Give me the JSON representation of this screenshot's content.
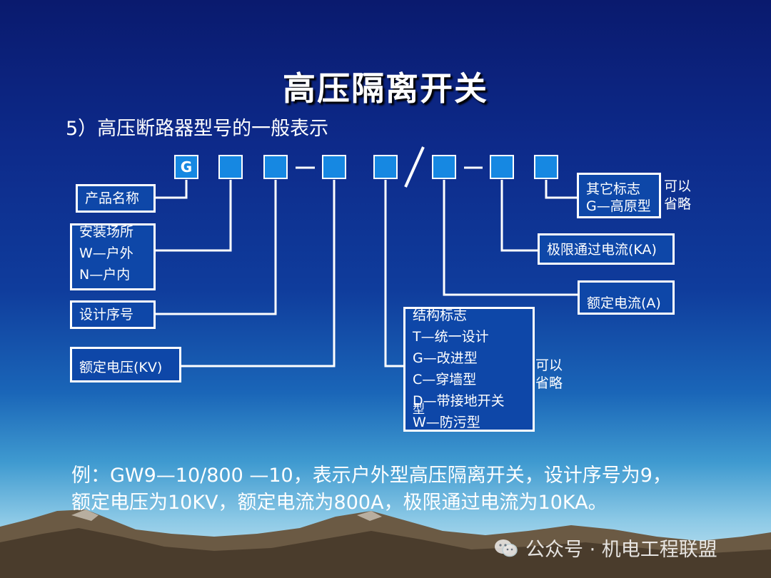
{
  "title": "高压隔离开关",
  "subtitle": "5）高压断路器型号的一般表示",
  "code": {
    "first": "G"
  },
  "boxes": {
    "product_name": "产品名称",
    "install_place": [
      "安装场所",
      "W—户外",
      "N—户内"
    ],
    "design_no": "设计序号",
    "rated_voltage": "额定电压(KV)",
    "structure": [
      "结构标志",
      "T—统一设计",
      "G—改进型",
      "C—穿墙型",
      "D—带接地开关",
      "W—防污型"
    ],
    "structure_extra": "型",
    "other_mark": [
      "其它标志",
      "G—高原型"
    ],
    "peak_current": "极限通过电流(KA)",
    "rated_current": "额定电流(A)"
  },
  "notes": {
    "omit_1": [
      "可以",
      "省略"
    ],
    "omit_2": [
      "可以",
      "省略"
    ]
  },
  "example": {
    "line1": "例：GW9—10/800 —10，表示户外型高压隔离开关，设计序号为9，",
    "line2": "额定电压为10KV，额定电流为800A，极限通过电流为10KA。"
  },
  "watermark": "公众号 · 机电工程联盟",
  "colors": {
    "box_fill": "#0e47a8",
    "code_box_fill": "#1688e2",
    "line": "#ffffff"
  }
}
